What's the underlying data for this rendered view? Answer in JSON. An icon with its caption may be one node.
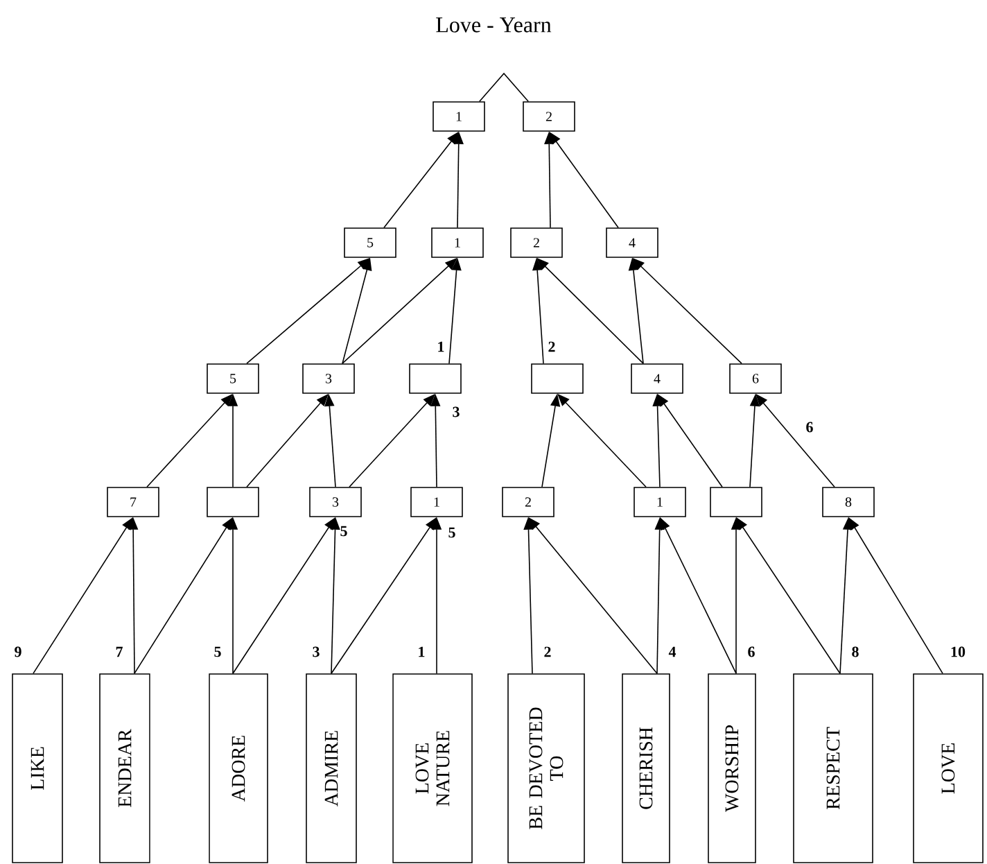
{
  "diagram": {
    "title": "Love - Yearn",
    "nodes": [
      {
        "text": [
          "1"
        ]
      },
      {
        "text": [
          "2"
        ]
      },
      {
        "text": [
          "5"
        ]
      },
      {
        "text": [
          "1"
        ]
      },
      {
        "text": [
          "2"
        ]
      },
      {
        "text": [
          "4"
        ]
      },
      {
        "text": [
          "5"
        ]
      },
      {
        "text": [
          "3"
        ]
      },
      {
        "text": [],
        "shape": "box"
      },
      {
        "text": [],
        "shape": "box"
      },
      {
        "text": [
          "4"
        ]
      },
      {
        "text": [
          "6"
        ]
      },
      {
        "text": [
          "7"
        ]
      },
      {
        "text": [],
        "shape": "box"
      },
      {
        "text": [
          "3"
        ]
      },
      {
        "text": [
          "1"
        ]
      },
      {
        "text": [
          "2"
        ]
      },
      {
        "text": [
          "1"
        ]
      },
      {
        "text": [],
        "shape": "box"
      },
      {
        "text": [
          "8"
        ]
      },
      {
        "text": [
          "LIKE"
        ],
        "beside": [
          "9"
        ]
      },
      {
        "text": [
          "ENDEAR"
        ],
        "beside": [
          "7"
        ]
      },
      {
        "text": [
          "ADORE"
        ],
        "beside": [
          "5"
        ]
      },
      {
        "text": [
          "ADMIRE"
        ],
        "beside": [
          "3"
        ]
      },
      {
        "text": [
          "LOVE NATURE"
        ],
        "beside": [
          "1"
        ]
      },
      {
        "text": [
          "BE DEVOTED TO"
        ],
        "beside": [
          "2"
        ]
      },
      {
        "text": [
          "CHERISH"
        ],
        "beside": [
          "4"
        ]
      },
      {
        "text": [
          "WORSHIP"
        ],
        "beside": [
          "6"
        ]
      },
      {
        "text": [
          "RESPECT"
        ],
        "beside": [
          "8"
        ]
      },
      {
        "text": [
          "LOVE"
        ],
        "beside": [
          "10"
        ]
      }
    ],
    "edges": [
      {
        "from": 0,
        "to": 1,
        "arrow": "none"
      },
      {
        "from": 2,
        "to": 0,
        "arrow": "to"
      },
      {
        "from": 3,
        "to": 0,
        "arrow": "to"
      },
      {
        "from": 4,
        "to": 1,
        "arrow": "to"
      },
      {
        "from": 5,
        "to": 1,
        "arrow": "to"
      },
      {
        "from": 6,
        "to": 2,
        "arrow": "to"
      },
      {
        "from": 7,
        "to": 2,
        "arrow": "to"
      },
      {
        "from": 7,
        "to": 3,
        "arrow": "to"
      },
      {
        "from": 8,
        "to": 3,
        "arrow": "to"
      },
      {
        "from": 9,
        "to": 4,
        "arrow": "to"
      },
      {
        "from": 10,
        "to": 4,
        "arrow": "to"
      },
      {
        "from": 10,
        "to": 5,
        "arrow": "to"
      },
      {
        "from": 11,
        "to": 5,
        "arrow": "to"
      },
      {
        "from": 12,
        "to": 6,
        "arrow": "to"
      },
      {
        "from": 13,
        "to": 6,
        "arrow": "to"
      },
      {
        "from": 13,
        "to": 7,
        "arrow": "to"
      },
      {
        "from": 14,
        "to": 7,
        "arrow": "to"
      },
      {
        "from": 14,
        "to": 8,
        "arrow": "to"
      },
      {
        "from": 15,
        "to": 8,
        "arrow": "to"
      },
      {
        "from": 16,
        "to": 9,
        "arrow": "to"
      },
      {
        "from": 17,
        "to": 9,
        "arrow": "to"
      },
      {
        "from": 17,
        "to": 10,
        "arrow": "to"
      },
      {
        "from": 18,
        "to": 10,
        "arrow": "to"
      },
      {
        "from": 18,
        "to": 11,
        "arrow": "to"
      },
      {
        "from": 19,
        "to": 11,
        "arrow": "to"
      },
      {
        "from": 20,
        "to": 12,
        "arrow": "to"
      },
      {
        "from": 21,
        "to": 12,
        "arrow": "to"
      },
      {
        "from": 21,
        "to": 13,
        "arrow": "to"
      },
      {
        "from": 22,
        "to": 13,
        "arrow": "to"
      },
      {
        "from": 22,
        "to": 14,
        "arrow": "to"
      },
      {
        "from": 23,
        "to": 14,
        "arrow": "to"
      },
      {
        "from": 23,
        "to": 15,
        "arrow": "to"
      },
      {
        "from": 24,
        "to": 15,
        "arrow": "to"
      },
      {
        "from": 25,
        "to": 16,
        "arrow": "to"
      },
      {
        "from": 26,
        "to": 16,
        "arrow": "to"
      },
      {
        "from": 26,
        "to": 17,
        "arrow": "to"
      },
      {
        "from": 27,
        "to": 17,
        "arrow": "to"
      },
      {
        "from": 27,
        "to": 18,
        "arrow": "to"
      },
      {
        "from": 28,
        "to": 18,
        "arrow": "to"
      },
      {
        "from": 28,
        "to": 19,
        "arrow": "to"
      },
      {
        "from": 29,
        "to": 19,
        "arrow": "to"
      }
    ],
    "labels": [
      "1",
      "2",
      "3",
      "6",
      "5",
      "5"
    ]
  }
}
